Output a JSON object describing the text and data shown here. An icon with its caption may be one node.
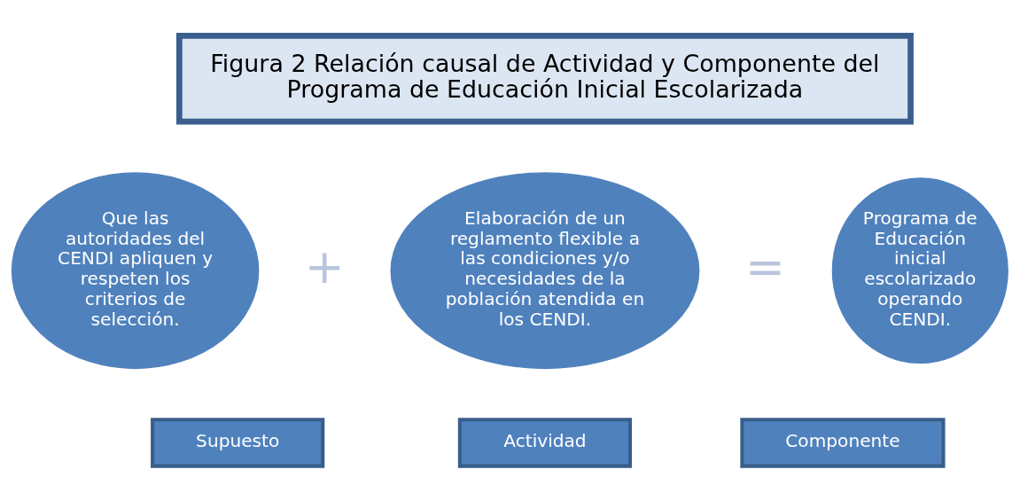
{
  "diagram": {
    "nodes": [
      {
        "text": [
          "Figura 2 Relación causal de Actividad y Componente del Programa de Educación Inicial Escolarizada"
        ]
      },
      {
        "text": [
          "Que las autoridades del CENDI apliquen y respeten los criterios de selección."
        ]
      },
      {
        "text": [
          "Elaboración de un reglamento flexible a las condiciones y/o necesidades de la población atendida en los CENDI."
        ]
      },
      {
        "text": [
          "Programa de Educación inicial escolarizado operando CENDI."
        ]
      },
      {
        "text": [
          "Supuesto"
        ]
      },
      {
        "text": [
          "Actividad"
        ]
      },
      {
        "text": [
          "Componente"
        ]
      }
    ],
    "labels": [
      "+",
      "="
    ]
  }
}
